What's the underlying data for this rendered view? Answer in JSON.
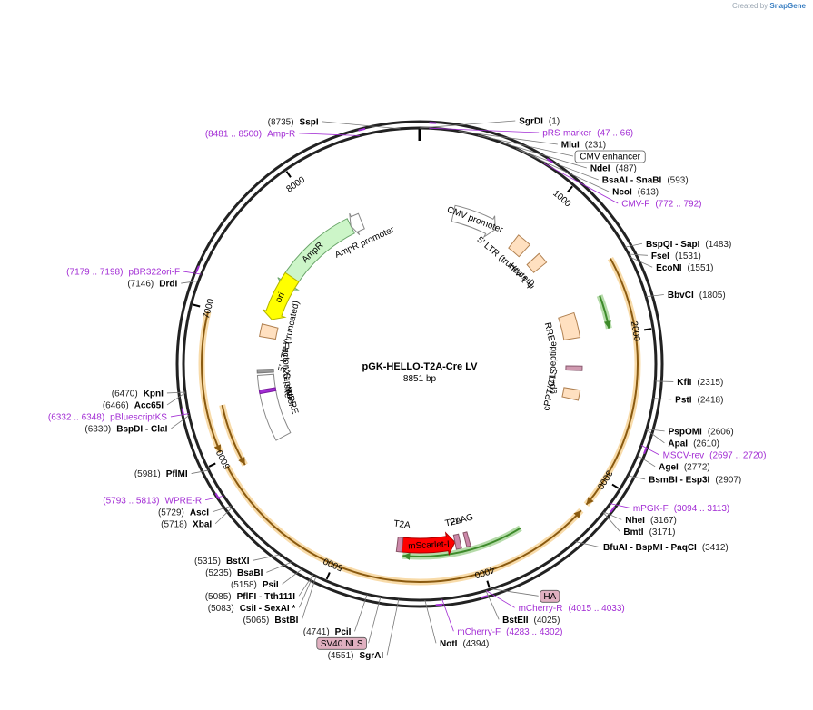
{
  "credit": {
    "prefix": "Created by",
    "brand": "SnapGene"
  },
  "plasmid": {
    "name": "pGK-HELLO-T2A-Cre LV",
    "length": "8851 bp",
    "length_bp": 8851
  },
  "tick_labels": [
    "1000",
    "2000",
    "3000",
    "4000",
    "5000",
    "6000",
    "7000",
    "8000"
  ],
  "features": [
    {
      "label": "AmpR",
      "start": 7350,
      "end": 8200,
      "dir": -1,
      "color": "#ccf5c8",
      "stroke": "#6aa56a",
      "ring": "inner2"
    },
    {
      "label": "AmpR promoter",
      "start": 8200,
      "end": 8306,
      "dir": -1,
      "color": "#ffffff",
      "stroke": "#888888",
      "ring": "inner2"
    },
    {
      "label": "CMV promoter",
      "start": 310,
      "end": 720,
      "dir": 1,
      "color": "#ffffff",
      "stroke": "#888888",
      "ring": "inner2"
    },
    {
      "label": "ori",
      "start": 7050,
      "end": 7480,
      "dir": -1,
      "color": "#ffff00",
      "stroke": "#b5b500",
      "ring": "inner2"
    },
    {
      "label": "5' LTR (truncated)",
      "start": 920,
      "end": 1050,
      "dir": 0,
      "color": "#ffe0c0",
      "stroke": "#b08050",
      "ring": "inner2"
    },
    {
      "label": "HIV-1 Ψ",
      "start": 1160,
      "end": 1260,
      "dir": 0,
      "color": "#ffe0c0",
      "stroke": "#b08050",
      "ring": "inner2"
    },
    {
      "label": "RRE",
      "start": 1760,
      "end": 1980,
      "dir": 0,
      "color": "#ffe0c0",
      "stroke": "#b08050",
      "ring": "inner2"
    },
    {
      "label": "cPPT/CTS",
      "start": 2440,
      "end": 2530,
      "dir": 0,
      "color": "#ffe0c0",
      "stroke": "#b08050",
      "ring": "inner2"
    },
    {
      "label": "5' LTR (truncated)",
      "start": 6880,
      "end": 6990,
      "dir": 0,
      "color": "#ffe0c0",
      "stroke": "#b08050",
      "ring": "inner2"
    },
    {
      "label": "WPRE",
      "start": 5950,
      "end": 6540,
      "dir": 0,
      "color": "#ffffff",
      "stroke": "#888888",
      "ring": "inner2"
    },
    {
      "label": "Factor Xa site",
      "start": 6560,
      "end": 6590,
      "dir": 0,
      "color": "#999999",
      "stroke": "#777777",
      "ring": "inner2"
    },
    {
      "label": "KS primer",
      "start": 6380,
      "end": 6410,
      "dir": 0,
      "color": "#a22cd4",
      "stroke": "#7a1aa0",
      "ring": "inner2"
    },
    {
      "label": "gp41 peptide",
      "start": 2230,
      "end": 2270,
      "dir": 0,
      "color": "#d09ab0",
      "stroke": "#8a5a70",
      "ring": "inner2"
    },
    {
      "label": "mScarlet-I",
      "start": 4150,
      "end": 4560,
      "dir": -1,
      "color": "#ff0000",
      "stroke": "#aa0000",
      "ring": "inner3"
    },
    {
      "label": "T2A",
      "start": 4110,
      "end": 4150,
      "dir": 0,
      "color": "#cc88aa",
      "stroke": "#885566",
      "ring": "inner3"
    },
    {
      "label": "T2A",
      "start": 4560,
      "end": 4600,
      "dir": 0,
      "color": "#cc88aa",
      "stroke": "#885566",
      "ring": "inner3"
    },
    {
      "label": "FLAG",
      "start": 4040,
      "end": 4070,
      "dir": 0,
      "color": "#cc88aa",
      "stroke": "#885566",
      "ring": "inner3"
    }
  ],
  "spans": [
    {
      "start": 1500,
      "end": 3200,
      "dir": 1,
      "ring": "outer",
      "color": "#f0b040"
    },
    {
      "start": 3250,
      "end": 5950,
      "dir": -1,
      "ring": "outer",
      "color": "#f0b040"
    },
    {
      "start": 6050,
      "end": 6980,
      "dir": -1,
      "ring": "outer",
      "color": "#f0b040"
    },
    {
      "start": 5900,
      "end": 6350,
      "dir": -1,
      "ring": "mid",
      "color": "#f0b040"
    },
    {
      "start": 1700,
      "end": 1950,
      "dir": 1,
      "ring": "green",
      "color": "#5ab040"
    },
    {
      "start": 3650,
      "end": 4550,
      "dir": 1,
      "ring": "green",
      "color": "#5ab040"
    }
  ],
  "site_labels": [
    {
      "name": "SgrDI",
      "pos": "(1)",
      "bp": 1,
      "kind": "enzyme",
      "side": "left"
    },
    {
      "name": "SspI",
      "pos": "(8735)",
      "bp": 8735,
      "kind": "enzyme",
      "side": "left"
    },
    {
      "name": "Amp-R",
      "pos": "(8481 .. 8500)",
      "bp": 8490,
      "kind": "primer",
      "side": "left"
    },
    {
      "name": "pRS-marker",
      "pos": "(47 .. 66)",
      "bp": 56,
      "kind": "primer",
      "side": "right"
    },
    {
      "name": "MluI",
      "pos": "(231)",
      "bp": 231,
      "kind": "enzyme",
      "side": "right"
    },
    {
      "name": "CMV enhancer",
      "pos": "",
      "bp": 350,
      "kind": "feature",
      "side": "right"
    },
    {
      "name": "NdeI",
      "pos": "(487)",
      "bp": 487,
      "kind": "enzyme",
      "side": "right"
    },
    {
      "name": "BsaAI - SnaBI",
      "pos": "(593)",
      "bp": 593,
      "kind": "enzyme",
      "side": "right"
    },
    {
      "name": "NcoI",
      "pos": "(613)",
      "bp": 613,
      "kind": "enzyme",
      "side": "right"
    },
    {
      "name": "CMV-F",
      "pos": "(772 .. 792)",
      "bp": 782,
      "kind": "primer",
      "side": "right"
    },
    {
      "name": "BspQI - SapI",
      "pos": "(1483)",
      "bp": 1483,
      "kind": "enzyme",
      "side": "right"
    },
    {
      "name": "FseI",
      "pos": "(1531)",
      "bp": 1531,
      "kind": "enzyme",
      "side": "right"
    },
    {
      "name": "EcoNI",
      "pos": "(1551)",
      "bp": 1551,
      "kind": "enzyme",
      "side": "right"
    },
    {
      "name": "BbvCI",
      "pos": "(1805)",
      "bp": 1805,
      "kind": "enzyme",
      "side": "right"
    },
    {
      "name": "KflI",
      "pos": "(2315)",
      "bp": 2315,
      "kind": "enzyme",
      "side": "right"
    },
    {
      "name": "PstI",
      "pos": "(2418)",
      "bp": 2418,
      "kind": "enzyme",
      "side": "right"
    },
    {
      "name": "PspOMI",
      "pos": "(2606)",
      "bp": 2606,
      "kind": "enzyme",
      "side": "right"
    },
    {
      "name": "ApaI",
      "pos": "(2610)",
      "bp": 2610,
      "kind": "enzyme",
      "side": "right"
    },
    {
      "name": "MSCV-rev",
      "pos": "(2697 .. 2720)",
      "bp": 2708,
      "kind": "primer",
      "side": "right"
    },
    {
      "name": "AgeI",
      "pos": "(2772)",
      "bp": 2772,
      "kind": "enzyme",
      "side": "right"
    },
    {
      "name": "BsmBI - Esp3I",
      "pos": "(2907)",
      "bp": 2907,
      "kind": "enzyme",
      "side": "right"
    },
    {
      "name": "mPGK-F",
      "pos": "(3094 .. 3113)",
      "bp": 3103,
      "kind": "primer",
      "side": "right"
    },
    {
      "name": "NheI",
      "pos": "(3167)",
      "bp": 3167,
      "kind": "enzyme",
      "side": "right"
    },
    {
      "name": "BmtI",
      "pos": "(3171)",
      "bp": 3171,
      "kind": "enzyme",
      "side": "right"
    },
    {
      "name": "BfuAI - BspMI - PaqCI",
      "pos": "(3412)",
      "bp": 3412,
      "kind": "enzyme",
      "side": "right"
    },
    {
      "name": "HA",
      "pos": "",
      "bp": 3990,
      "kind": "feature-pink",
      "side": "right"
    },
    {
      "name": "BstEII",
      "pos": "(4025)",
      "bp": 4025,
      "kind": "enzyme",
      "side": "right"
    },
    {
      "name": "mCherry-R",
      "pos": "(4015 .. 4033)",
      "bp": 4024,
      "kind": "primer",
      "side": "right"
    },
    {
      "name": "mCherry-F",
      "pos": "(4283 .. 4302)",
      "bp": 4292,
      "kind": "primer",
      "side": "right"
    },
    {
      "name": "NotI",
      "pos": "(4394)",
      "bp": 4394,
      "kind": "enzyme",
      "side": "right"
    },
    {
      "name": "SgrAI",
      "pos": "(4551)",
      "bp": 4551,
      "kind": "enzyme",
      "side": "left"
    },
    {
      "name": "SV40 NLS",
      "pos": "",
      "bp": 4660,
      "kind": "feature-pink",
      "side": "left"
    },
    {
      "name": "PciI",
      "pos": "(4741)",
      "bp": 4741,
      "kind": "enzyme",
      "side": "left"
    },
    {
      "name": "BstBI",
      "pos": "(5065)",
      "bp": 5065,
      "kind": "enzyme",
      "side": "left"
    },
    {
      "name": "CsiI - SexAI *",
      "pos": "(5083)",
      "bp": 5083,
      "kind": "enzyme",
      "side": "left"
    },
    {
      "name": "PflFI - Tth111I",
      "pos": "(5085)",
      "bp": 5085,
      "kind": "enzyme",
      "side": "left"
    },
    {
      "name": "PsiI",
      "pos": "(5158)",
      "bp": 5158,
      "kind": "enzyme",
      "side": "left"
    },
    {
      "name": "BsaBI",
      "pos": "(5235)",
      "bp": 5235,
      "kind": "enzyme",
      "side": "left"
    },
    {
      "name": "BstXI",
      "pos": "(5315)",
      "bp": 5315,
      "kind": "enzyme",
      "side": "left"
    },
    {
      "name": "XbaI",
      "pos": "(5718)",
      "bp": 5718,
      "kind": "enzyme",
      "side": "left"
    },
    {
      "name": "AscI",
      "pos": "(5729)",
      "bp": 5729,
      "kind": "enzyme",
      "side": "left"
    },
    {
      "name": "WPRE-R",
      "pos": "(5793 .. 5813)",
      "bp": 5803,
      "kind": "primer",
      "side": "left"
    },
    {
      "name": "PflMI",
      "pos": "(5981)",
      "bp": 5981,
      "kind": "enzyme",
      "side": "left"
    },
    {
      "name": "BspDI - ClaI",
      "pos": "(6330)",
      "bp": 6330,
      "kind": "enzyme",
      "side": "left"
    },
    {
      "name": "pBluescriptKS",
      "pos": "(6332 .. 6348)",
      "bp": 6340,
      "kind": "primer",
      "side": "left"
    },
    {
      "name": "Acc65I",
      "pos": "(6466)",
      "bp": 6466,
      "kind": "enzyme",
      "side": "left"
    },
    {
      "name": "KpnI",
      "pos": "(6470)",
      "bp": 6470,
      "kind": "enzyme",
      "side": "left"
    },
    {
      "name": "DrdI",
      "pos": "(7146)",
      "bp": 7146,
      "kind": "enzyme",
      "side": "left"
    },
    {
      "name": "pBR322ori-F",
      "pos": "(7179 .. 7198)",
      "bp": 7188,
      "kind": "primer",
      "side": "left"
    }
  ]
}
